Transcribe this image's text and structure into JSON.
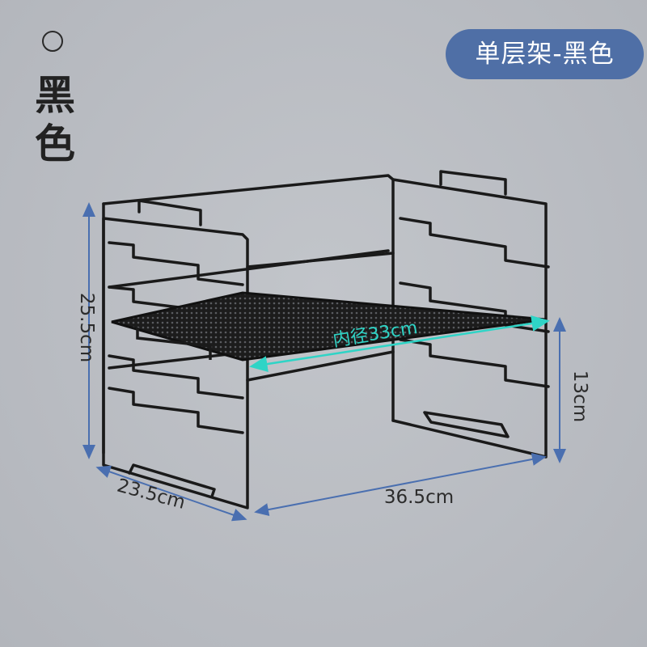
{
  "selector": {
    "color_label": "黑色"
  },
  "variant_badge": "单层架-黑色",
  "dimensions": {
    "height": "25.5cm",
    "depth": "23.5cm",
    "width": "36.5cm",
    "shelf_height": "13cm",
    "inner_diameter": "内径33cm"
  },
  "colors": {
    "badge": "#4f6fa6",
    "dimension_line": "#4a6fb0",
    "inner_line": "#2fd4c6",
    "rack": "#1a1a1a"
  }
}
